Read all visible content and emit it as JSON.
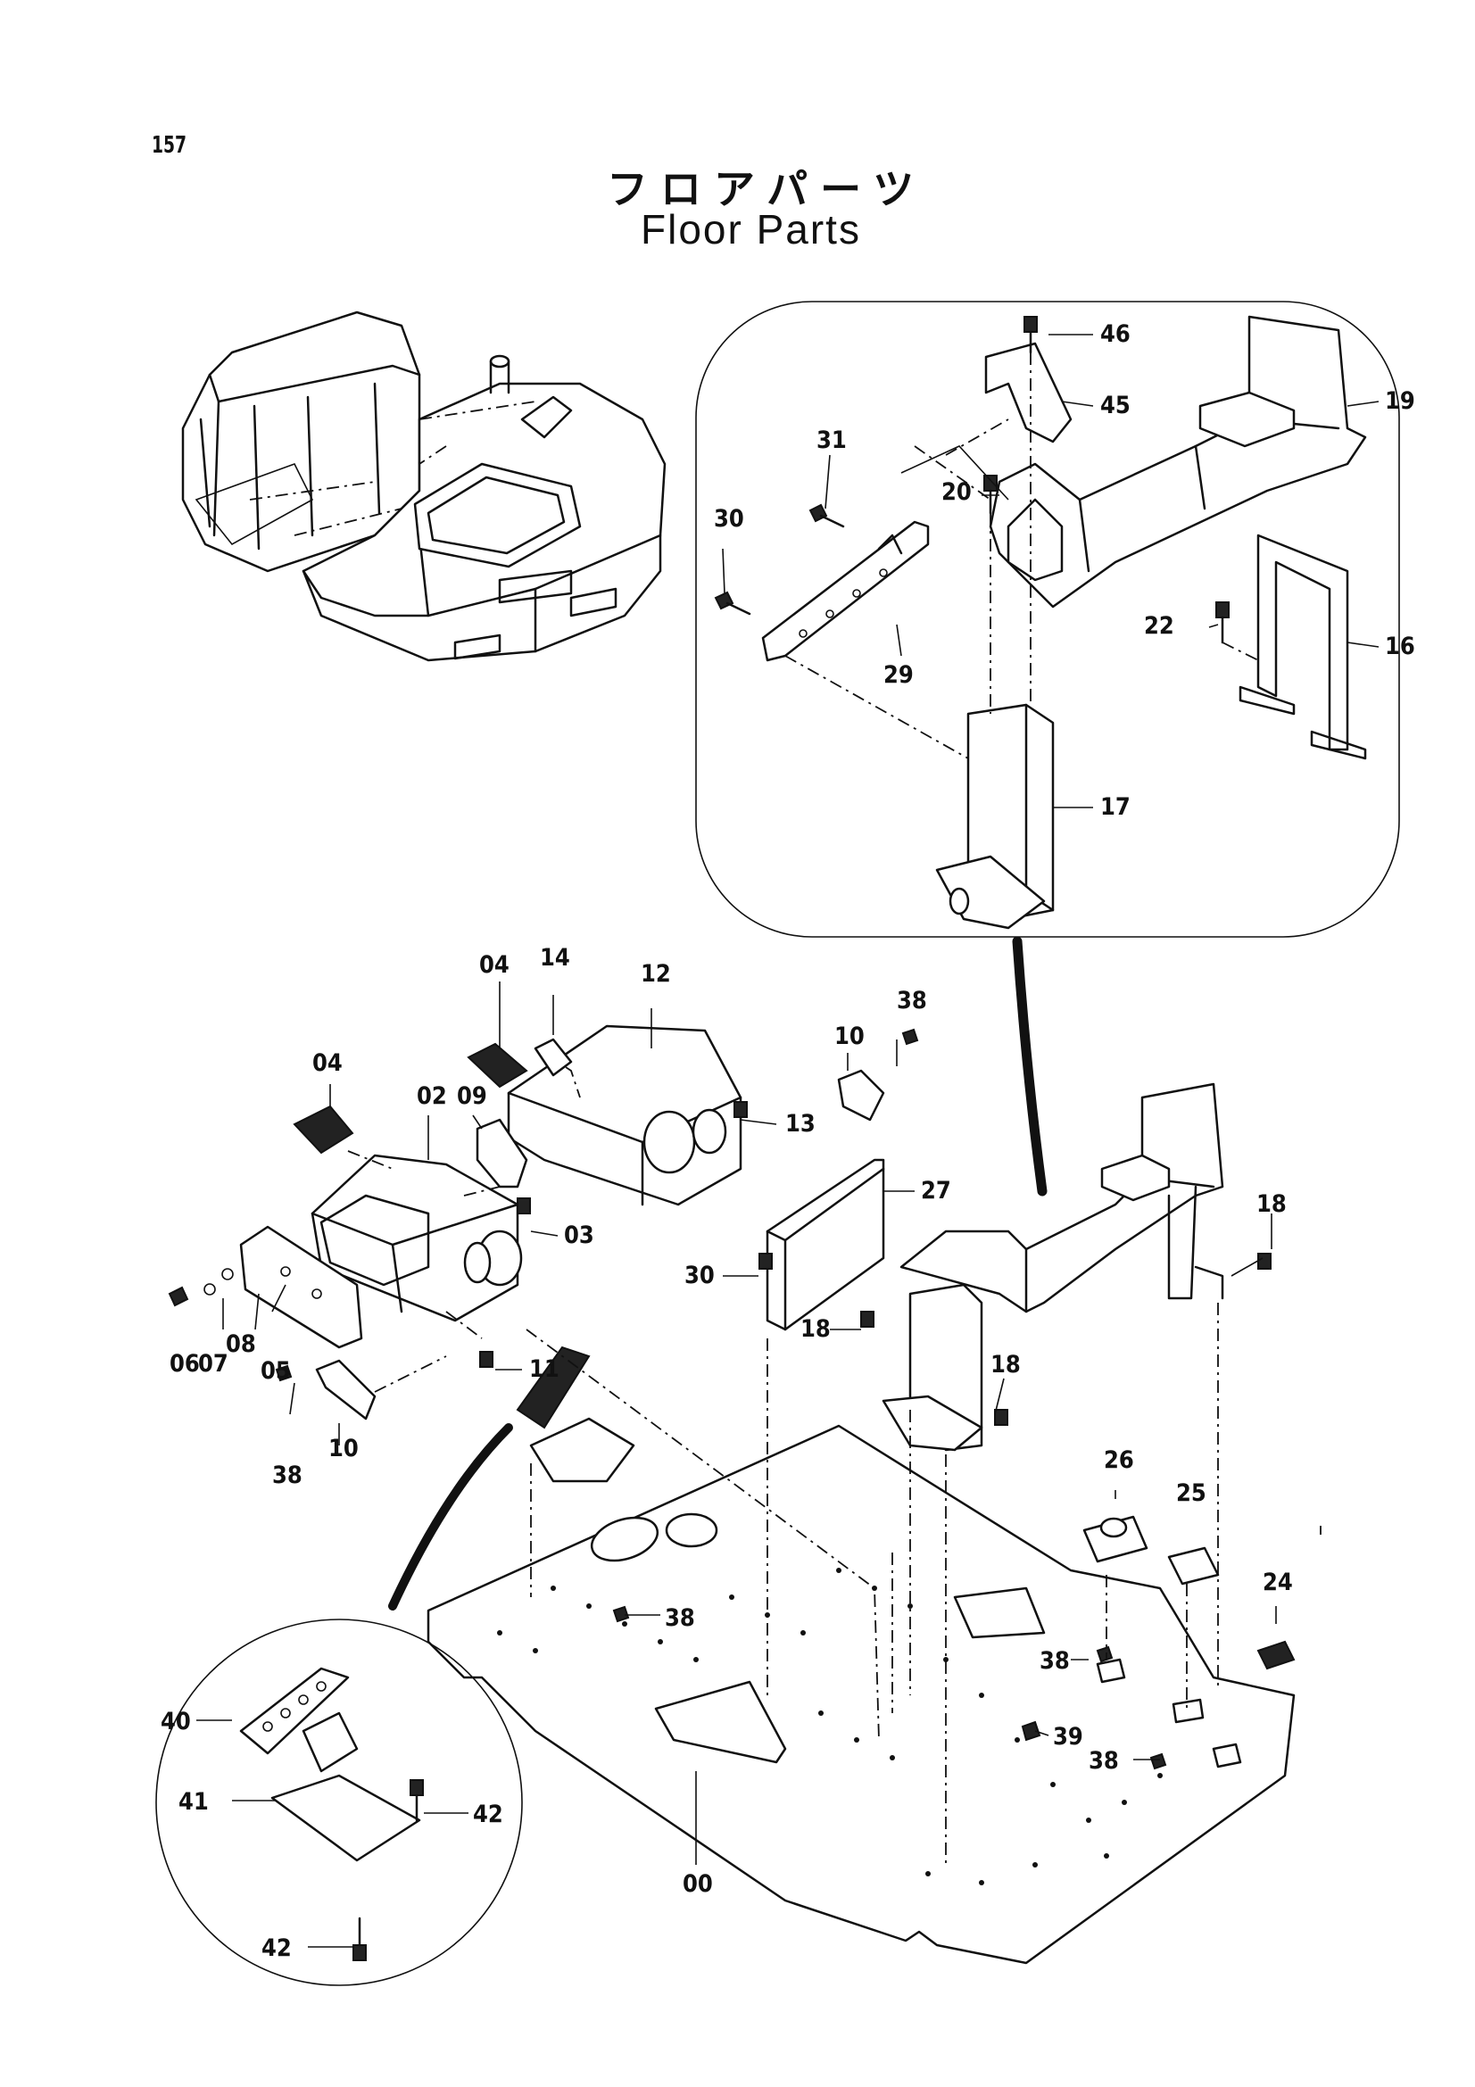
{
  "page_number": "157",
  "title_jp": "フロアパーツ",
  "title_en": "Floor Parts",
  "callouts": {
    "c00": "00",
    "c02": "02",
    "c03": "03",
    "c04a": "04",
    "c04b": "04",
    "c05": "05",
    "c06": "06",
    "c07": "07",
    "c08": "08",
    "c09": "09",
    "c10a": "10",
    "c10b": "10",
    "c11": "11",
    "c12": "12",
    "c13": "13",
    "c14": "14",
    "c16": "16",
    "c17": "17",
    "c18a": "18",
    "c18b": "18",
    "c18c": "18",
    "c19": "19",
    "c20": "20",
    "c22": "22",
    "c24": "24",
    "c25": "25",
    "c26": "26",
    "c27": "27",
    "c29": "29",
    "c30a": "30",
    "c30b": "30",
    "c31": "31",
    "c38a": "38",
    "c38b": "38",
    "c38c": "38",
    "c38d": "38",
    "c38e": "38",
    "c39": "39",
    "c40": "40",
    "c41": "41",
    "c42a": "42",
    "c42b": "42",
    "c45": "45",
    "c46": "46"
  }
}
